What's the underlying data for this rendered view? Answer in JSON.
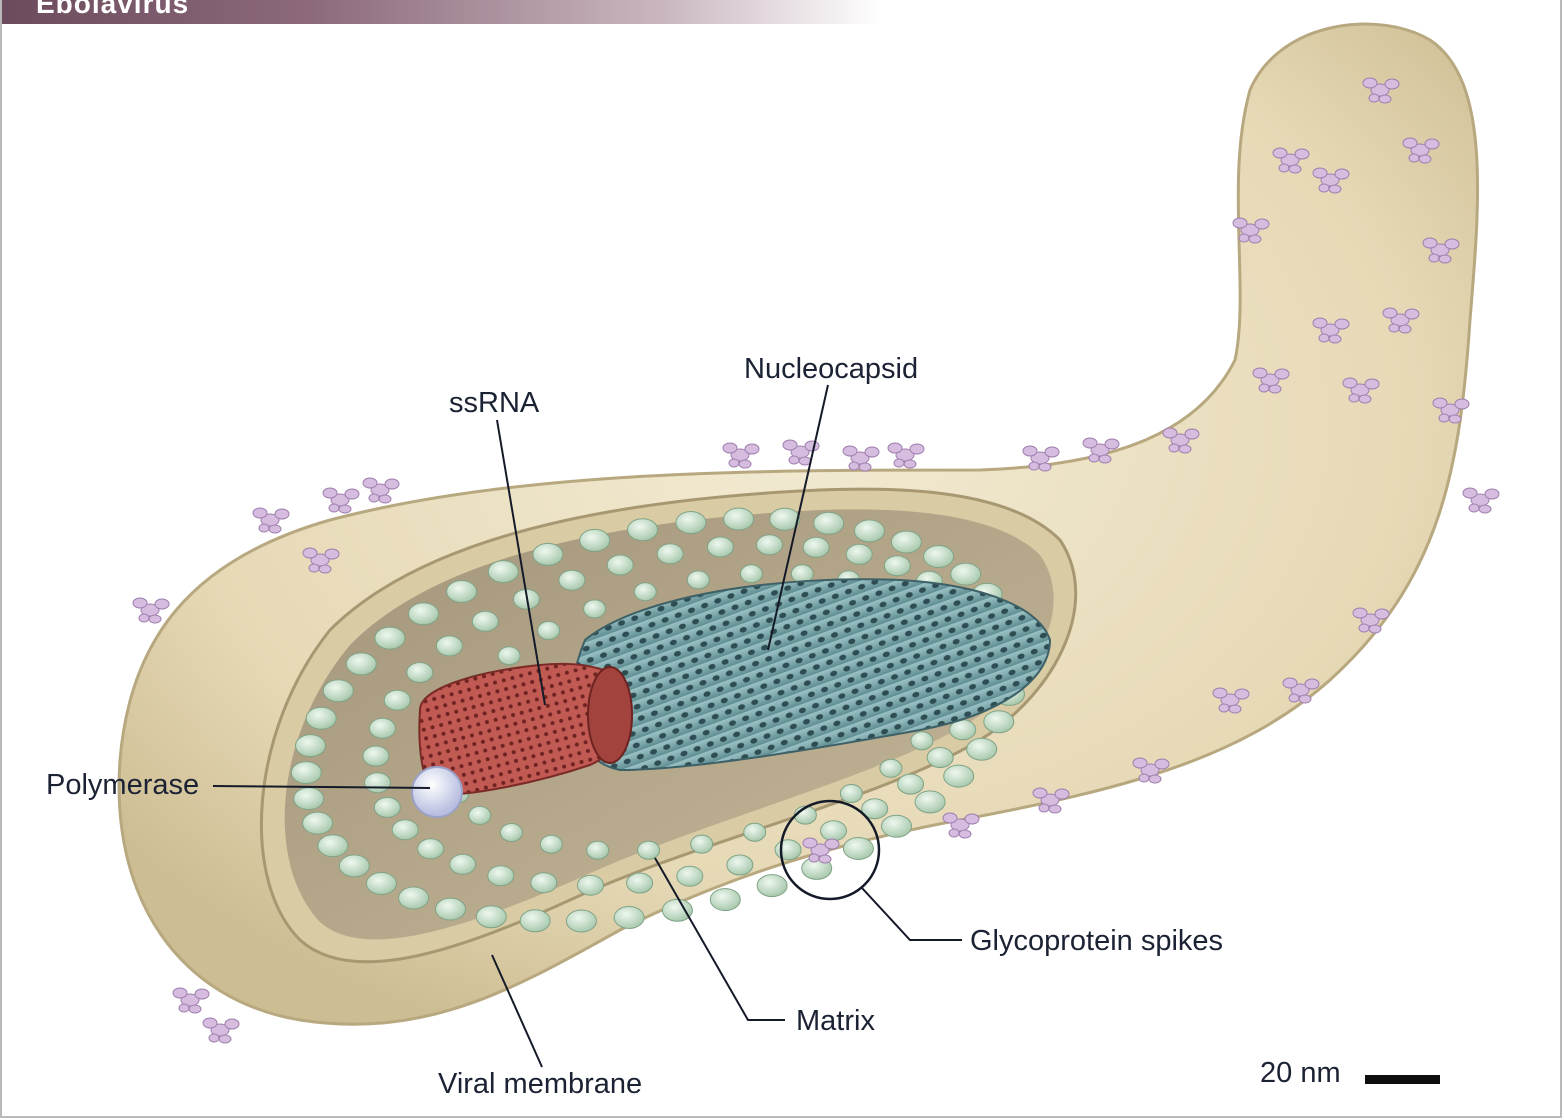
{
  "header": {
    "title": "Ebolavirus"
  },
  "labels": {
    "nucleocapsid": "Nucleocapsid",
    "ssrna": "ssRNA",
    "polymerase": "Polymerase",
    "glycoprotein_spikes": "Glycoprotein spikes",
    "matrix": "Matrix",
    "viral_membrane": "Viral membrane",
    "scale_bar": "20 nm"
  },
  "colors": {
    "membrane": "#e9dfc1",
    "membrane_shadow": "#cfc09a",
    "interior": "#b7a88a",
    "matrix_bead": "#d7ead9",
    "nucleocapsid": "#86b3b8",
    "ssrna": "#b24a45",
    "polymerase": "#e3e7f6",
    "glycoprotein": "#d4b7dd",
    "label_text": "#1b2233"
  }
}
